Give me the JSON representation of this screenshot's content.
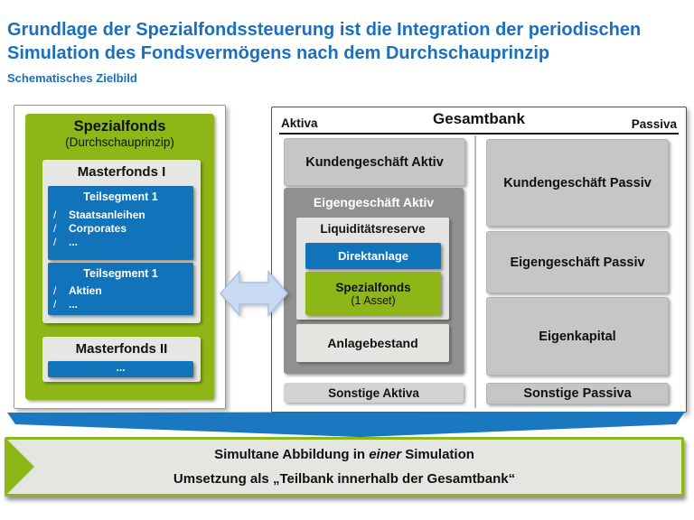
{
  "page": {
    "title": "Grundlage der Spezialfondssteuerung ist die Integration der periodischen Simulation des Fondsvermögens nach dem Durchschauprinzip",
    "subtitle": "Schematisches Zielbild"
  },
  "spezialfonds_panel": {
    "title": "Spezialfonds",
    "subtitle": "(Durchschauprinzip)",
    "bullet": "/",
    "masterfonds_1": {
      "title": "Masterfonds I",
      "segments": [
        {
          "title": "Teilsegment 1",
          "items": [
            "Staatsanleihen",
            "Corporates",
            "..."
          ]
        },
        {
          "title": "Teilsegment 1",
          "items": [
            "Aktien",
            "..."
          ]
        }
      ]
    },
    "masterfonds_2": {
      "title": "Masterfonds II",
      "bar_label": "..."
    }
  },
  "gesamtbank_panel": {
    "title": "Gesamtbank",
    "aktiva_label": "Aktiva",
    "passiva_label": "Passiva",
    "aktiva": {
      "kundengeschaeft": "Kundengeschäft Aktiv",
      "eigengeschaeft": "Eigengeschäft Aktiv",
      "liquiditaetsreserve": "Liquiditätsreserve",
      "direktanlage": "Direktanlage",
      "spezialfonds": "Spezialfonds",
      "spezialfonds_sub": "(1 Asset)",
      "anlagebestand": "Anlagebestand",
      "sonstige": "Sonstige Aktiva"
    },
    "passiva": {
      "kundengeschaeft": "Kundengeschäft Passiv",
      "eigengeschaeft": "Eigengeschäft Passiv",
      "eigenkapital": "Eigenkapital",
      "sonstige": "Sonstige Passiva"
    }
  },
  "bottom_banner": {
    "line1_pre": "Simultane Abbildung in ",
    "line1_emphasis": "einer",
    "line1_post": " Simulation",
    "line2": "Umsetzung als „Teilbank innerhalb der Gesamtbank“"
  },
  "colors": {
    "title_blue": "#1b6fbf",
    "box_blue": "#1173b9",
    "green": "#8db716",
    "dark_gray": "#909090",
    "mid_gray": "#c6c6c6",
    "light_gray": "#e4e4e1",
    "arrow_light_blue": "#c9dbf3",
    "band_blue": "#1a78c0"
  }
}
